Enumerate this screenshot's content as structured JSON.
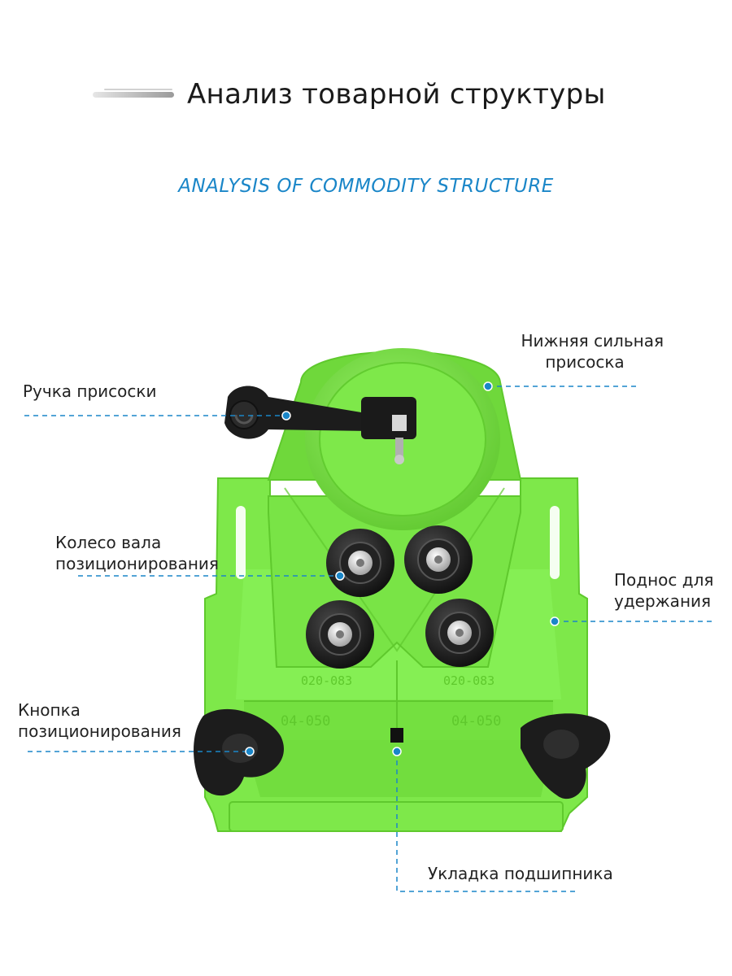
{
  "header": {
    "title": "Анализ товарной структуры",
    "subtitle": "ANALYSIS OF COMMODITY STRUCTURE"
  },
  "labels": {
    "suction_handle": "Ручка присоски",
    "strong_suction": [
      "Нижняя сильная",
      "присоска"
    ],
    "positioning_wheel": [
      "Колесо вала",
      "позиционирования"
    ],
    "holding_tray": [
      "Поднос для",
      "удержания"
    ],
    "positioning_knob": [
      "Кнопка",
      "позиционирования"
    ],
    "bearing_laying": "Укладка подшипника"
  },
  "markings": {
    "upper_left": "020-083",
    "upper_right": "020-083",
    "lower_left": "04-050",
    "lower_right": "04-050"
  },
  "colors": {
    "accent": "#1a86c8",
    "product_green": "#7ee84a",
    "product_dark_green": "#5fc92d",
    "knob": "#1c1c1c"
  }
}
